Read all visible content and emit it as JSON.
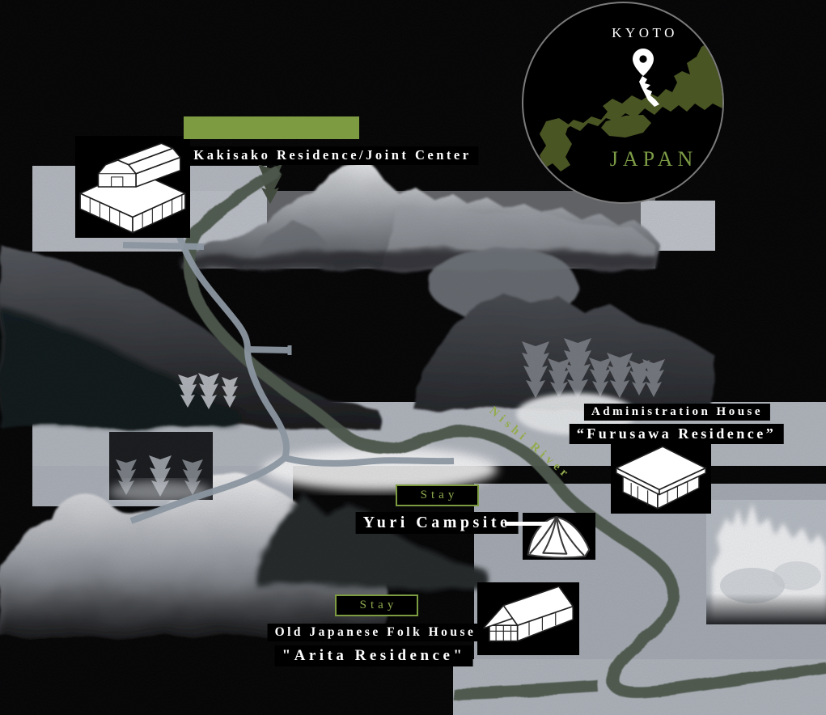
{
  "title": "Illustrated area map — Yuri Campsite, Kyoto",
  "colors": {
    "background": "#000000",
    "accent_green": "#7d9b41",
    "badge_text_green": "#8fac50",
    "river_label_green": "#93ab4e",
    "inset_land_green": "#4a5524",
    "inset_country_green": "#7c9b45",
    "label_text": "#ffffff",
    "river_water": "#4d594c",
    "road_gray": "#929ea9"
  },
  "inset": {
    "region": "KYOTO",
    "country": "JAPAN",
    "pin_icon": "map-pin-icon"
  },
  "markers": {
    "kakisako": {
      "name": "Kakisako Residence/Joint Center",
      "icon": "kakisako-house-icon"
    },
    "furusawa": {
      "title": "Administration House",
      "name": "“Furusawa Residence”",
      "icon": "furusawa-house-icon"
    },
    "yuri": {
      "badge": "Stay",
      "name": "Yuri Campsite",
      "icon": "tent-icon"
    },
    "arita": {
      "badge": "Stay",
      "title": "Old Japanese Folk House",
      "name": "\"Arita Residence\"",
      "icon": "arita-house-icon"
    }
  },
  "river": {
    "name": "Nishi River"
  }
}
